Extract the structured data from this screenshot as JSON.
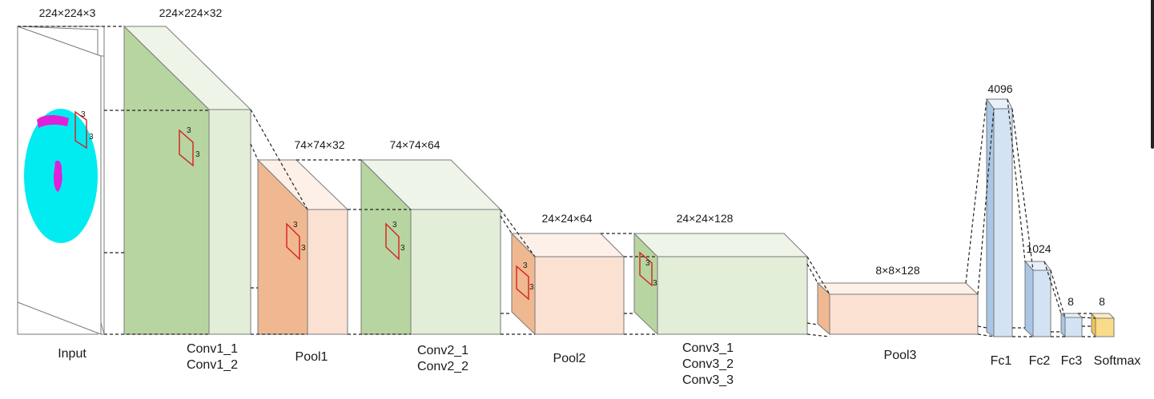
{
  "colors": {
    "conv_front": "#b7d5a0",
    "conv_side": "#e3eed8",
    "conv_top": "#eef5e8",
    "pool_front": "#f0b890",
    "pool_side": "#fae1d2",
    "pool_top": "#fdf0e8",
    "fc_front": "#a9c6e6",
    "fc_side": "#d3e3f4",
    "fc_top": "#e8f0f9",
    "softmax_front": "#f4c54a",
    "softmax_side": "#f9dc8a",
    "softmax_top": "#fcecc1",
    "kernel": "#d62020",
    "input_disk": "#00ecf0",
    "input_marks": "#e020d8"
  },
  "dimensions": {
    "input": "224×224×3",
    "conv1": "224×224×32",
    "pool1": "74×74×32",
    "conv2": "74×74×64",
    "pool2": "24×24×64",
    "conv3": "24×24×128",
    "pool3": "8×8×128",
    "fc1": "4096",
    "fc2": "1024",
    "fc3": "8",
    "softmax": "8"
  },
  "layer_labels": {
    "input": "Input",
    "conv1": [
      "Conv1_1",
      "Conv1_2"
    ],
    "pool1": "Pool1",
    "conv2": [
      "Conv2_1",
      "Conv2_2"
    ],
    "pool2": "Pool2",
    "conv3": [
      "Conv3_1",
      "Conv3_2",
      "Conv3_3"
    ],
    "pool3": "Pool3",
    "fc1": "Fc1",
    "fc2": "Fc2",
    "fc3": "Fc3",
    "softmax": "Softmax"
  },
  "kernel_size": "3"
}
